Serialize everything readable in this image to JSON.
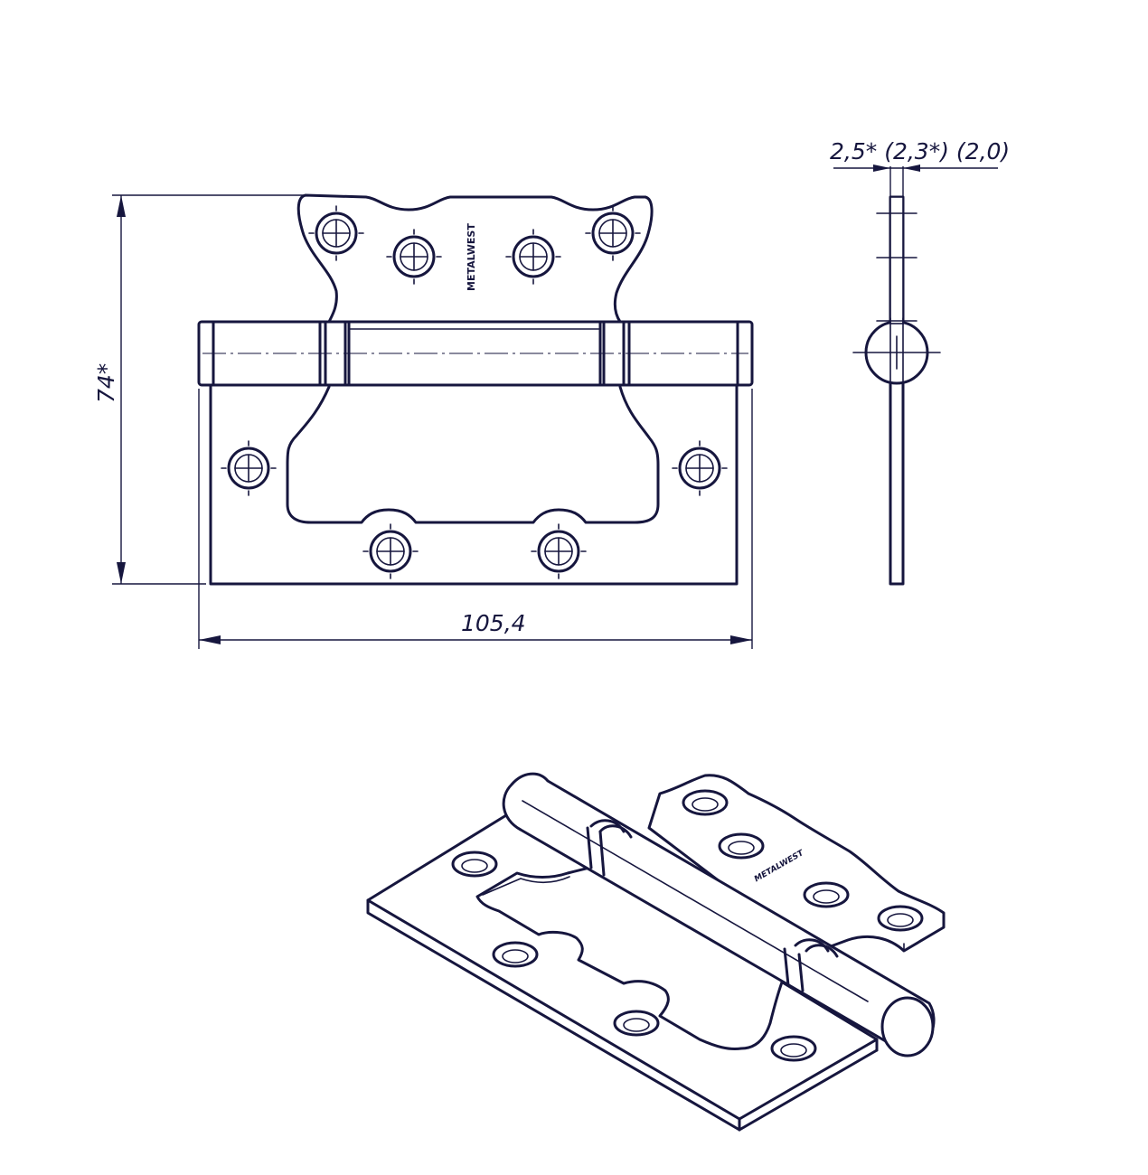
{
  "dimensions": {
    "height": "74*",
    "width": "105,4",
    "thickness": "2,5* (2,3*) (2,0)"
  },
  "brand": "METALWEST",
  "colors": {
    "line": "#16163e",
    "background": "#ffffff"
  },
  "views": [
    "front-view",
    "side-view",
    "isometric-view"
  ]
}
